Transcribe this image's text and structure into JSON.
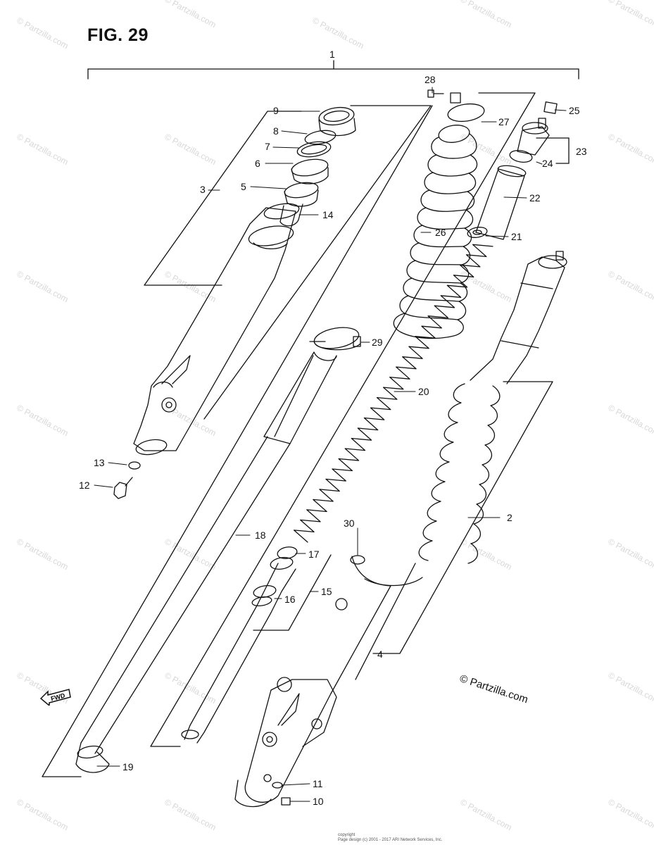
{
  "title": "FIG. 29",
  "copyright": "© Partzilla.com",
  "watermark": "© Partzilla.com",
  "fwd_label": "FWD",
  "footer_line1": "copyright",
  "footer_line2": "Page design (c) 2001 - 2017 ARI Network Services, Inc.",
  "callouts": {
    "c1": "1",
    "c2": "2",
    "c3": "3",
    "c4": "4",
    "c5": "5",
    "c6": "6",
    "c7": "7",
    "c8": "8",
    "c9": "9",
    "c10": "10",
    "c11": "11",
    "c12": "12",
    "c13": "13",
    "c14": "14",
    "c15": "15",
    "c16": "16",
    "c17": "17",
    "c18": "18",
    "c19": "19",
    "c20": "20",
    "c21": "21",
    "c22": "22",
    "c23": "23",
    "c24": "24",
    "c25": "25",
    "c26": "26",
    "c27": "27",
    "c28": "28",
    "c29": "29",
    "c30": "30"
  }
}
